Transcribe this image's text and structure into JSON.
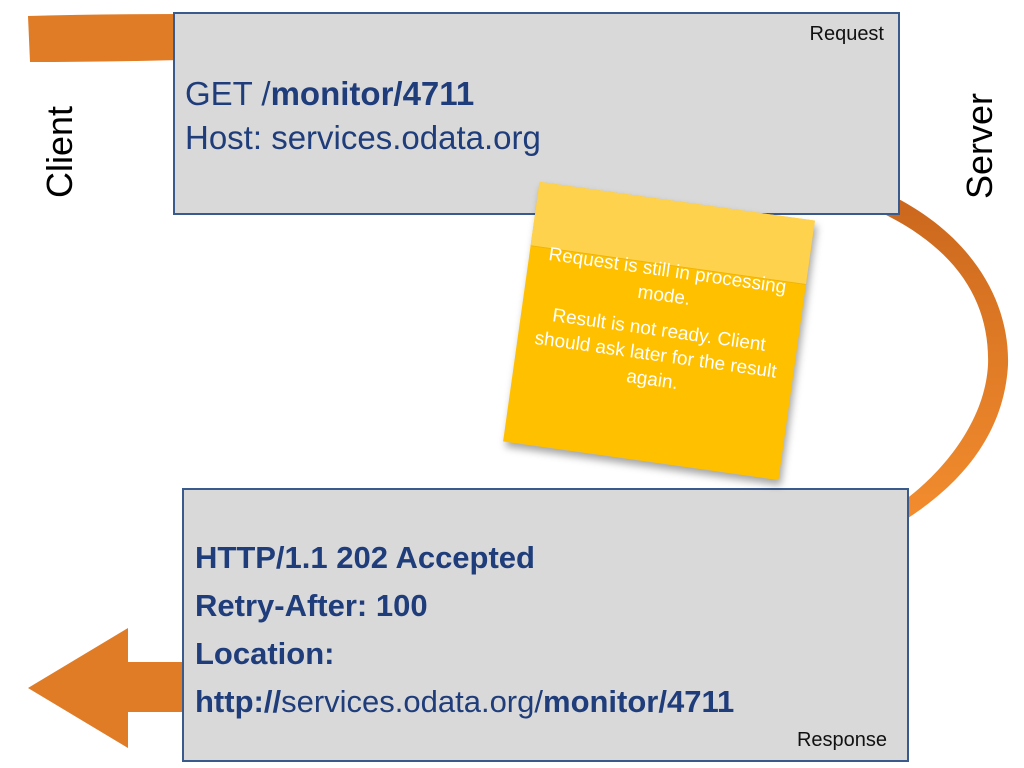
{
  "request": {
    "corner_label": "Request",
    "method": "GET ",
    "path_sep": "/",
    "path_bold": "monitor/4711",
    "host_line": "Host: services.odata.org"
  },
  "response": {
    "corner_label": "Response",
    "status_line": "HTTP/1.1 202 Accepted",
    "retry_line": "Retry-After: 100",
    "location_label": "Location:",
    "url_scheme": "http://",
    "url_host": "services.odata.org/",
    "url_path": "monitor/4711"
  },
  "labels": {
    "client": "Client",
    "server": "Server"
  },
  "note": {
    "line1": "Request is still in processing mode.",
    "line2": "Result is not ready. Client should ask later for the result again."
  },
  "colors": {
    "arrow": "#e07b26",
    "box_fill": "#d9d9d9",
    "box_border": "#3b5a8c",
    "text_blue": "#1f3d7a",
    "sticky": "#ffc000"
  }
}
